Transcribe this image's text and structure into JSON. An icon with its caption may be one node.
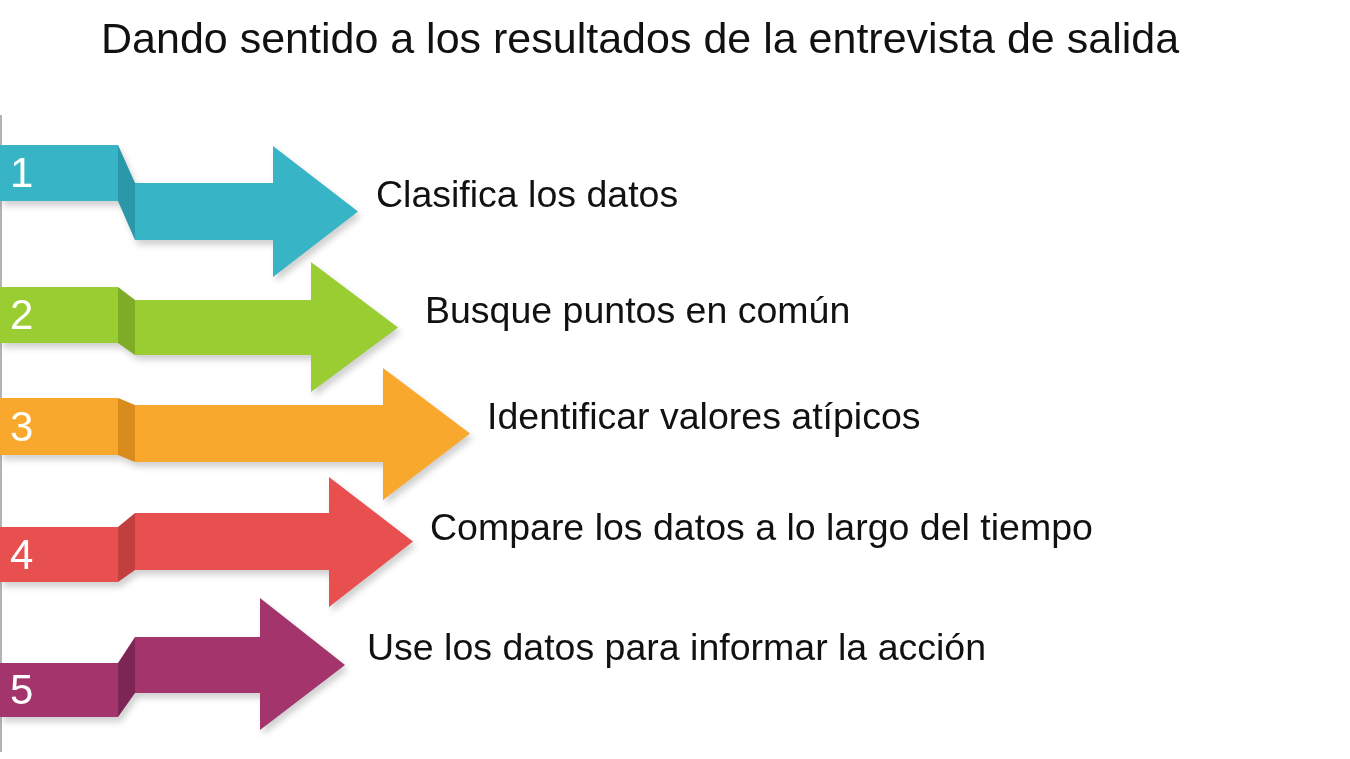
{
  "diagram": {
    "title": "Dando sentido a los resultados de la entrevista de salida",
    "nodes": [
      {
        "text": [
          "1"
        ],
        "beside": [
          "Clasifica los datos"
        ]
      },
      {
        "text": [
          "2"
        ],
        "beside": [
          "Busque puntos en común"
        ]
      },
      {
        "text": [
          "3"
        ],
        "beside": [
          "Identificar valores atípicos"
        ]
      },
      {
        "text": [
          "4"
        ],
        "beside": [
          "Compare los datos a lo largo del tiempo"
        ]
      },
      {
        "text": [
          "5"
        ],
        "beside": [
          "Use los datos para informar la acción"
        ]
      }
    ]
  }
}
